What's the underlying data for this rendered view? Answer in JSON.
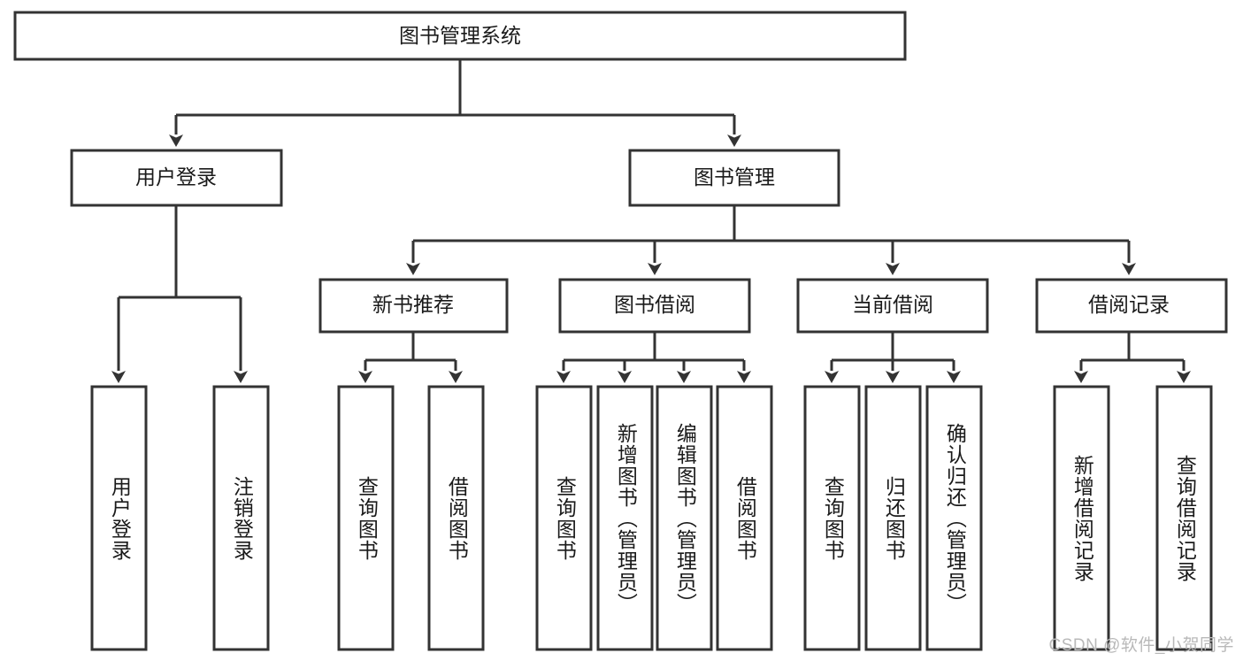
{
  "diagram": {
    "type": "tree",
    "title": "图书管理系统",
    "watermark": "CSDN @软件_小贺同学",
    "theme": {
      "background": "#ffffff",
      "box_fill": "#ffffff",
      "box_stroke": "#333333",
      "text_color": "#1a1a1a",
      "watermark_color": "#b9b9b9"
    },
    "levels": {
      "root": {
        "label": "图书管理系统"
      },
      "level2": [
        {
          "id": "user-login",
          "label": "用户登录"
        },
        {
          "id": "book-manage",
          "label": "图书管理"
        }
      ],
      "level3": [
        {
          "id": "new-book-rec",
          "label": "新书推荐",
          "parent": "book-manage"
        },
        {
          "id": "book-borrow",
          "label": "图书借阅",
          "parent": "book-manage"
        },
        {
          "id": "current-borrow",
          "label": "当前借阅",
          "parent": "book-manage"
        },
        {
          "id": "borrow-record",
          "label": "借阅记录",
          "parent": "book-manage"
        }
      ],
      "leaves": [
        {
          "id": "leaf-1",
          "label": "用户登录",
          "parent": "user-login"
        },
        {
          "id": "leaf-2",
          "label": "注销登录",
          "parent": "user-login"
        },
        {
          "id": "leaf-3",
          "label": "查询图书",
          "parent": "new-book-rec"
        },
        {
          "id": "leaf-4",
          "label": "借阅图书",
          "parent": "new-book-rec"
        },
        {
          "id": "leaf-5",
          "label": "查询图书",
          "parent": "book-borrow"
        },
        {
          "id": "leaf-6",
          "label": "新增图书（管理员）",
          "parent": "book-borrow"
        },
        {
          "id": "leaf-7",
          "label": "编辑图书（管理员）",
          "parent": "book-borrow"
        },
        {
          "id": "leaf-8",
          "label": "借阅图书",
          "parent": "book-borrow"
        },
        {
          "id": "leaf-9",
          "label": "查询图书",
          "parent": "current-borrow"
        },
        {
          "id": "leaf-10",
          "label": "归还图书",
          "parent": "current-borrow"
        },
        {
          "id": "leaf-11",
          "label": "确认归还（管理员）",
          "parent": "current-borrow"
        },
        {
          "id": "leaf-12",
          "label": "新增借阅记录",
          "parent": "borrow-record"
        },
        {
          "id": "leaf-13",
          "label": "查询借阅记录",
          "parent": "borrow-record"
        }
      ]
    }
  }
}
